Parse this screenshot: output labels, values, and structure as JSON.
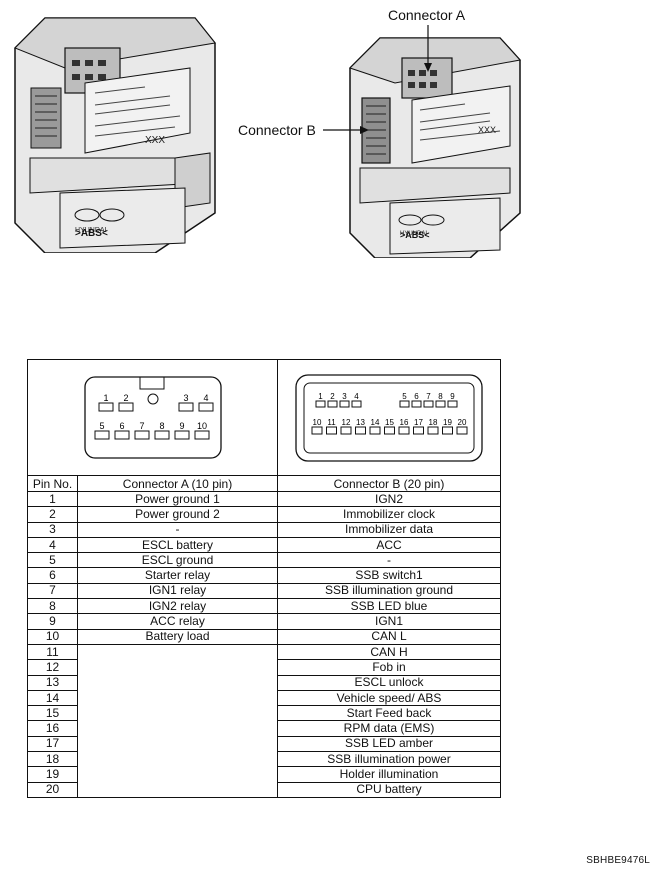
{
  "illustrations": {
    "left_module": {
      "badge_text": ">ABS<"
    },
    "right_module": {
      "badge_text": ">ABS<"
    },
    "callout_a": "Connector A",
    "callout_b": "Connector B"
  },
  "connector_a_diagram": {
    "top_pins": [
      "1",
      "2",
      "3",
      "4"
    ],
    "bottom_pins": [
      "5",
      "6",
      "7",
      "8",
      "9",
      "10"
    ]
  },
  "connector_b_diagram": {
    "top_pins": [
      "1",
      "2",
      "3",
      "4",
      "5",
      "6",
      "7",
      "8",
      "9"
    ],
    "bottom_pins": [
      "10",
      "11",
      "12",
      "13",
      "14",
      "15",
      "16",
      "17",
      "18",
      "19",
      "20"
    ]
  },
  "table": {
    "headers": [
      "Pin No.",
      "Connector A (10 pin)",
      "Connector B (20 pin)"
    ],
    "rows": [
      [
        "1",
        "Power ground 1",
        "IGN2"
      ],
      [
        "2",
        "Power ground 2",
        "Immobilizer clock"
      ],
      [
        "3",
        "-",
        "Immobilizer data"
      ],
      [
        "4",
        "ESCL battery",
        "ACC"
      ],
      [
        "5",
        "ESCL ground",
        "-"
      ],
      [
        "6",
        "Starter relay",
        "SSB switch1"
      ],
      [
        "7",
        "IGN1 relay",
        "SSB illumination ground"
      ],
      [
        "8",
        "IGN2 relay",
        "SSB LED blue"
      ],
      [
        "9",
        "ACC relay",
        "IGN1"
      ],
      [
        "10",
        "Battery load",
        "CAN L"
      ],
      [
        "11",
        "",
        "CAN H"
      ],
      [
        "12",
        "",
        "Fob in"
      ],
      [
        "13",
        "",
        "ESCL unlock"
      ],
      [
        "14",
        "",
        "Vehicle speed/ ABS"
      ],
      [
        "15",
        "",
        "Start Feed back"
      ],
      [
        "16",
        "",
        "RPM data (EMS)"
      ],
      [
        "17",
        "",
        "SSB LED amber"
      ],
      [
        "18",
        "",
        "SSB illumination power"
      ],
      [
        "19",
        "",
        "Holder illumination"
      ],
      [
        "20",
        "",
        "CPU battery"
      ]
    ]
  },
  "footer_code": "SBHBE9476L"
}
